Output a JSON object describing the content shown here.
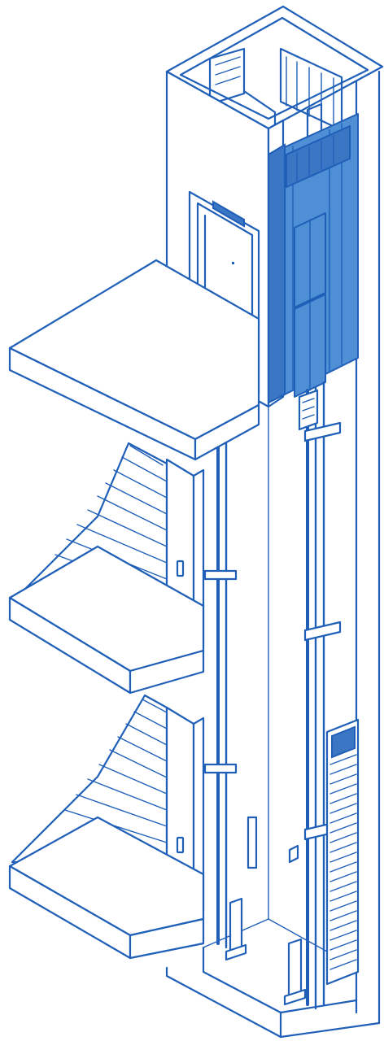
{
  "palette": {
    "stroke": "#1f5fb8",
    "glass": "#4f8fd6",
    "glass_dark": "#3b76c4",
    "background": "#ffffff"
  },
  "components": [
    "elevator-shaft",
    "machine-room-top",
    "elevator-car",
    "car-door",
    "landing-door",
    "floor-slab",
    "staircase",
    "guide-rail",
    "counterweight",
    "buffer"
  ]
}
